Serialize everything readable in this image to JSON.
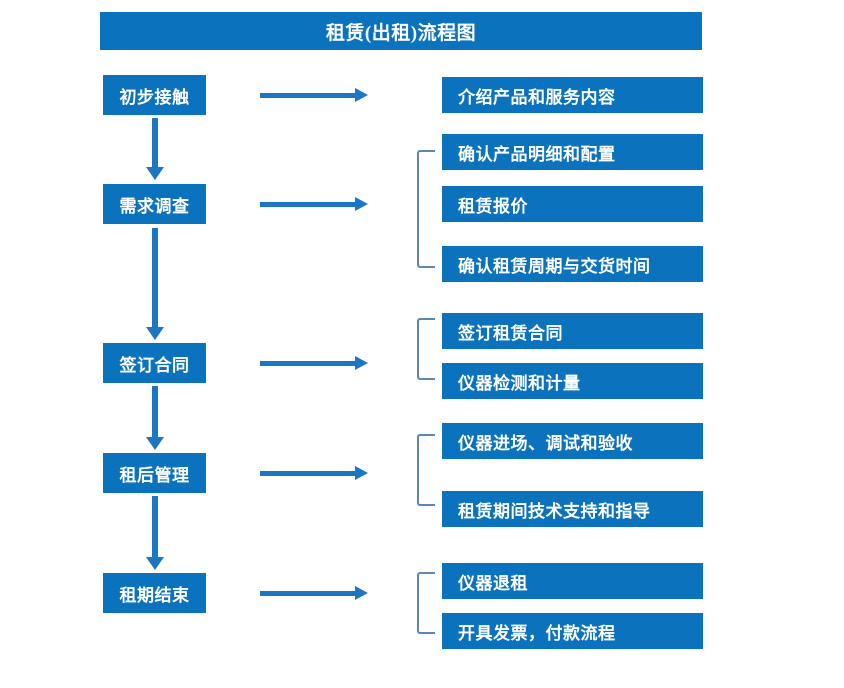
{
  "diagram": {
    "title": "租赁(出租)流程图",
    "colors": {
      "box_fill": "#0b72bd",
      "box_text": "#ffffff",
      "arrow": "#1b77c4",
      "bracket": "#5b87b5",
      "background": "#ffffff"
    },
    "stages": [
      {
        "id": "stage-1",
        "label": "初步接触"
      },
      {
        "id": "stage-2",
        "label": "需求调查"
      },
      {
        "id": "stage-3",
        "label": "签订合同"
      },
      {
        "id": "stage-4",
        "label": "租后管理"
      },
      {
        "id": "stage-5",
        "label": "租期结束"
      }
    ],
    "details": [
      {
        "id": "detail-1",
        "label": "介绍产品和服务内容"
      },
      {
        "id": "detail-2",
        "label": "确认产品明细和配置"
      },
      {
        "id": "detail-3",
        "label": "租赁报价"
      },
      {
        "id": "detail-4",
        "label": "确认租赁周期与交货时间"
      },
      {
        "id": "detail-5",
        "label": "签订租赁合同"
      },
      {
        "id": "detail-6",
        "label": "仪器检测和计量"
      },
      {
        "id": "detail-7",
        "label": "仪器进场、调试和验收"
      },
      {
        "id": "detail-8",
        "label": "租赁期间技术支持和指导"
      },
      {
        "id": "detail-9",
        "label": "仪器退租"
      },
      {
        "id": "detail-10",
        "label": "开具发票，付款流程"
      }
    ],
    "connectors": {
      "horizontal_arrows": 5,
      "vertical_arrows": 4,
      "group_brackets": 4
    }
  }
}
